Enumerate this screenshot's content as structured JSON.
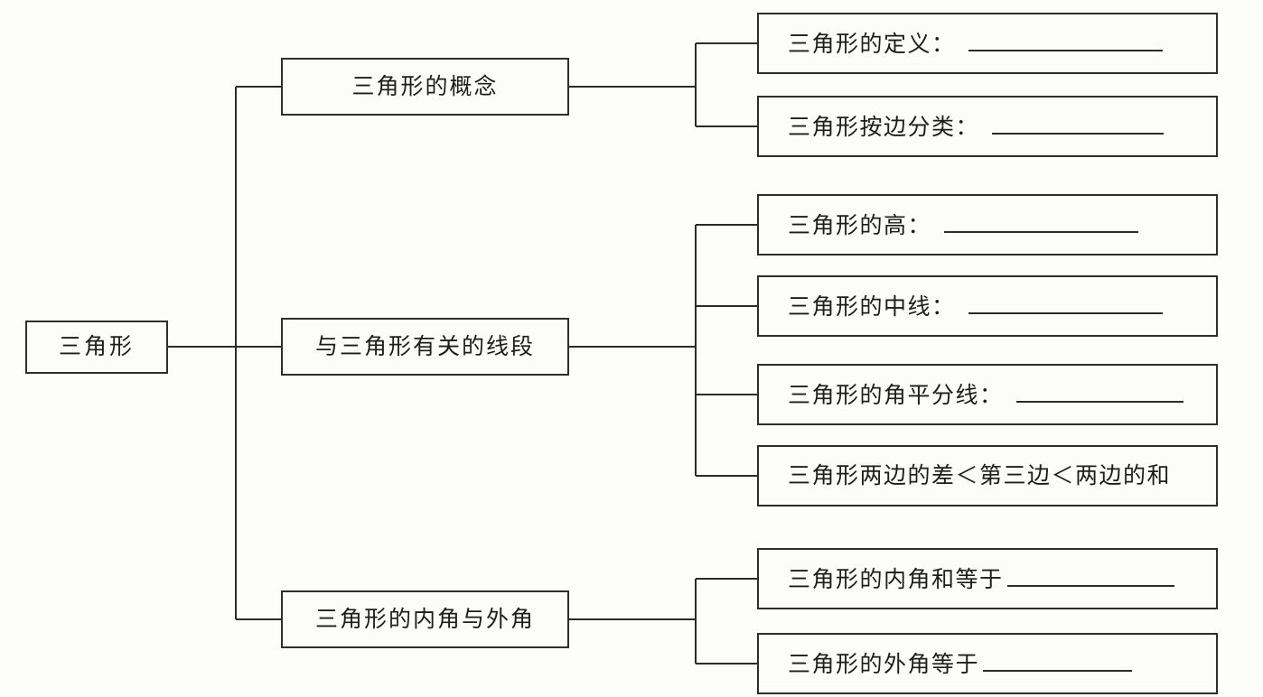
{
  "diagram": {
    "type": "tree-mindmap",
    "title": "三角形",
    "orientation": "left-to-right",
    "colors": {
      "line": "#2b2b2b",
      "box_border": "#2e2e2e",
      "box_fill": "#fcfcfb",
      "text": "#1d1d1d",
      "background": "#fdfdfc"
    }
  },
  "root": {
    "label": "三角形"
  },
  "branches": [
    {
      "label": "三角形的概念",
      "leaves": [
        {
          "text": "三角形的定义：",
          "has_blank": true,
          "blank_width": 215
        },
        {
          "text": "三角形按边分类：",
          "has_blank": true,
          "blank_width": 190
        }
      ]
    },
    {
      "label": "与三角形有关的线段",
      "leaves": [
        {
          "text": "三角形的高：",
          "has_blank": true,
          "blank_width": 215
        },
        {
          "text": "三角形的中线：",
          "has_blank": true,
          "blank_width": 215
        },
        {
          "text": "三角形的角平分线：",
          "has_blank": true,
          "blank_width": 185
        },
        {
          "text": "三角形两边的差＜第三边＜两边的和",
          "has_blank": false,
          "blank_width": 0
        }
      ]
    },
    {
      "label": "三角形的内角与外角",
      "leaves": [
        {
          "text": "三角形的内角和等于",
          "has_blank": true,
          "blank_width": 185
        },
        {
          "text": "三角形的外角等于",
          "has_blank": true,
          "blank_width": 165
        }
      ]
    }
  ]
}
